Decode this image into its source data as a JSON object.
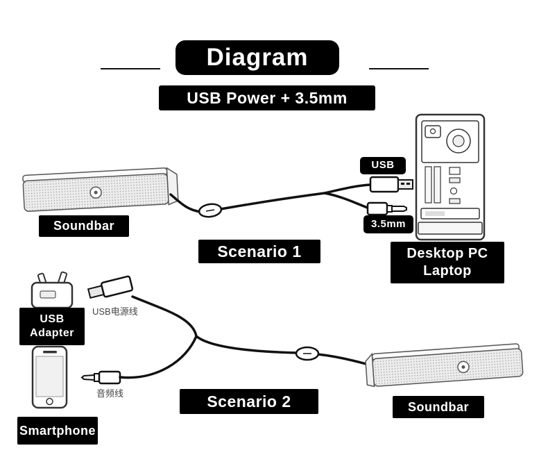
{
  "title": "Diagram",
  "subtitle": "USB Power + 3.5mm",
  "scenario1": {
    "soundbar": "Soundbar",
    "usb": "USB",
    "jack": "3.5mm",
    "label": "Scenario 1",
    "device_line1": "Desktop PC",
    "device_line2": "Laptop"
  },
  "scenario2": {
    "adapter_line1": "USB",
    "adapter_line2": "Adapter",
    "smartphone": "Smartphone",
    "usb_cable": "USB电源线",
    "audio_cable": "音频线",
    "label": "Scenario 2",
    "soundbar": "Soundbar"
  },
  "colors": {
    "badge_bg": "#000000",
    "badge_text": "#ffffff",
    "cable": "#111111",
    "background": "#ffffff"
  }
}
